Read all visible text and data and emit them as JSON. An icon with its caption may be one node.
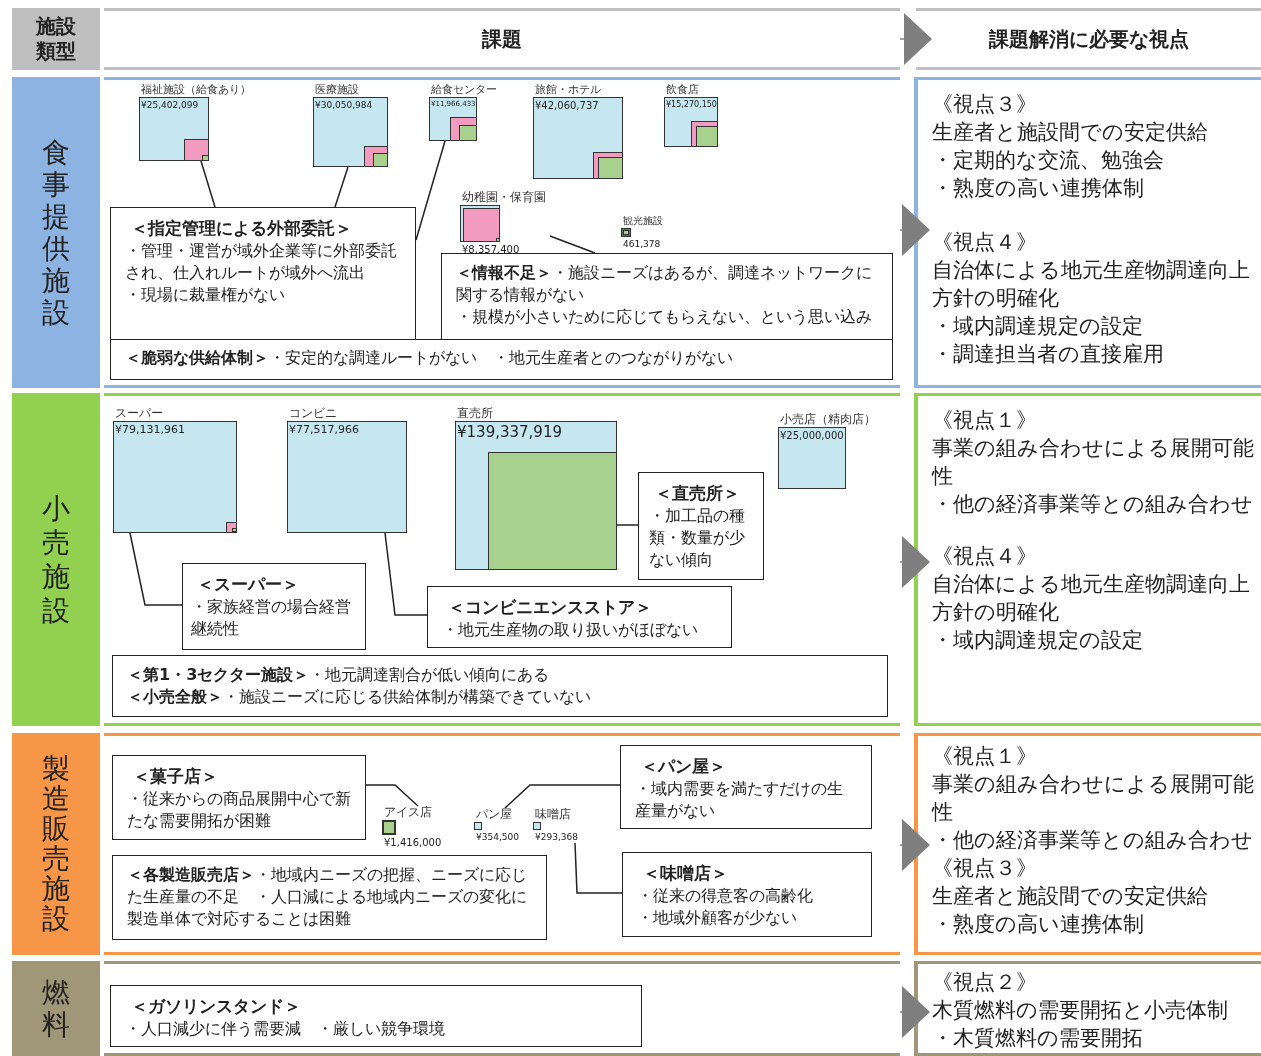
{
  "diagram": {
    "nodes": [
      {
        "text": [
          "施設類型"
        ]
      },
      {
        "text": [
          "課題"
        ]
      },
      {
        "text": [
          "課題解消に必要な視点"
        ]
      },
      {
        "text": [
          "食事提供施設"
        ]
      },
      {
        "text": [],
        "shape": "box"
      },
      {
        "text": [
          "福祉施設（給食あり）",
          "¥25,402,099"
        ],
        "in": 4
      },
      {
        "text": [
          "医療施設",
          "¥30,050,984"
        ],
        "in": 4
      },
      {
        "text": [
          "給食センター",
          "¥11,966,433"
        ],
        "in": 4
      },
      {
        "text": [
          "旅館・ホテル",
          "¥42,060,737"
        ],
        "in": 4
      },
      {
        "text": [
          "飲食店",
          "¥15,270,150"
        ],
        "in": 4
      },
      {
        "text": [
          "＜指定管理による外部委託＞",
          "・管理・運営が域外企業等に外部委託され、仕入れルートが域外へ流出",
          "・現場に裁量権がない"
        ],
        "in": 4
      },
      {
        "text": [
          "幼稚園・保育園",
          "¥8,357,400"
        ],
        "in": 4
      },
      {
        "text": [
          "観光施設",
          "461,378"
        ],
        "in": 4
      },
      {
        "text": [
          "**＜情報不足＞**・施設ニーズはあるが、調達ネットワークに関する情報がない",
          "・規模が小さいために応じてもらえない、という思い込み"
        ],
        "in": 4
      },
      {
        "text": [
          "**＜脆弱な供給体制＞**・安定的な調達ルートがない　・地元生産者とのつながりがない"
        ],
        "in": 4
      },
      {
        "text": [
          "《視点３》",
          "生産者と施設間での安定供給",
          "・定期的な交流、勉強会",
          "・熟度の高い連携体制",
          "《視点４》",
          "自治体による地元生産物調達向上方針の明確化",
          "・域内調達規定の設定",
          "・調達担当者の直接雇用"
        ]
      },
      {
        "text": [
          "小売施設"
        ]
      },
      {
        "text": [],
        "shape": "box"
      },
      {
        "text": [
          "スーパー",
          "¥79,131,961"
        ],
        "in": 17
      },
      {
        "text": [
          "コンビニ",
          "¥77,517,966"
        ],
        "in": 17
      },
      {
        "text": [
          "直売所",
          "¥139,337,919"
        ],
        "in": 17
      },
      {
        "text": [
          "小売店（精肉店）",
          "¥25,000,000"
        ],
        "in": 17
      },
      {
        "text": [
          "＜直売所＞",
          "・加工品の種類・数量が少ない傾向"
        ],
        "in": 17
      },
      {
        "text": [
          "＜スーパー＞",
          "・家族経営の場合経営継続性"
        ],
        "in": 17
      },
      {
        "text": [
          "＜コンビニエンスストア＞",
          "・地元生産物の取り扱いがほぼない"
        ],
        "in": 17
      },
      {
        "text": [
          "**＜第1・3セクター施設＞**・地元調達割合が低い傾向にある",
          "**＜小売全般＞**・施設ニーズに応じる供給体制が構築できていない"
        ],
        "in": 17
      },
      {
        "text": [
          "《視点１》",
          "事業の組み合わせによる展開可能性",
          "・他の経済事業等との組み合わせ",
          "《視点４》",
          "自治体による地元生産物調達向上方針の明確化",
          "・域内調達規定の設定"
        ]
      },
      {
        "text": [
          "製造販売施設"
        ]
      },
      {
        "text": [],
        "shape": "box"
      },
      {
        "text": [
          "＜菓子店＞",
          "・従来からの商品展開中心で新たな需要開拓が困難"
        ],
        "in": 28
      },
      {
        "text": [
          "＜パン屋＞",
          "・域内需要を満たすだけの生産量がない"
        ],
        "in": 28
      },
      {
        "text": [
          "アイス店",
          "¥1,416,000"
        ],
        "in": 28
      },
      {
        "text": [
          "パン屋",
          "¥354,500"
        ],
        "in": 28
      },
      {
        "text": [
          "味噌店",
          "¥293,368"
        ],
        "in": 28
      },
      {
        "text": [
          "**＜各製造販売店＞**・地域内ニーズの把握、ニーズに応じた生産量の不足　・人口減による地域内ニーズの変化に製造単体で対応することは困難"
        ],
        "in": 28
      },
      {
        "text": [
          "＜味噌店＞",
          "・従来の得意客の高齢化",
          "・地域外顧客が少ない"
        ],
        "in": 28
      },
      {
        "text": [
          "《視点１》",
          "事業の組み合わせによる展開可能性",
          "・他の経済事業等との組み合わせ",
          "《視点３》",
          "生産者と施設間での安定供給",
          "・熟度の高い連携体制"
        ]
      },
      {
        "text": [
          "燃料"
        ]
      },
      {
        "text": [],
        "shape": "box"
      },
      {
        "text": [
          "＜ガソリンスタンド＞",
          "・人口減少に伴う需要減　・厳しい競争環境"
        ],
        "in": 38
      },
      {
        "text": [
          "《視点２》",
          "木質燃料の需要開拓と小売体制",
          "・木質燃料の需要開拓"
        ]
      }
    ],
    "edges": [
      {
        "from": 1,
        "to": 2,
        "arrow": "to",
        "color": "#7f7f7f"
      },
      {
        "from": 4,
        "to": 15,
        "arrow": "to",
        "color": "#7f7f7f"
      },
      {
        "from": 17,
        "to": 26,
        "arrow": "to",
        "color": "#7f7f7f"
      },
      {
        "from": 28,
        "to": 36,
        "arrow": "to",
        "color": "#7f7f7f"
      },
      {
        "from": 38,
        "to": 40,
        "arrow": "to",
        "color": "#7f7f7f"
      },
      {
        "from": 5,
        "to": 10,
        "arrow": "none"
      },
      {
        "from": 6,
        "to": 10,
        "arrow": "none"
      },
      {
        "from": 7,
        "to": 10,
        "arrow": "none"
      },
      {
        "from": 11,
        "to": 13,
        "arrow": "none"
      },
      {
        "from": 18,
        "to": 23,
        "arrow": "none"
      },
      {
        "from": 19,
        "to": 24,
        "arrow": "none"
      },
      {
        "from": 20,
        "to": 22,
        "arrow": "none"
      },
      {
        "from": 29,
        "to": 31,
        "arrow": "none"
      },
      {
        "from": 30,
        "to": 32,
        "arrow": "none"
      },
      {
        "from": 33,
        "to": 35,
        "arrow": "none"
      }
    ]
  }
}
